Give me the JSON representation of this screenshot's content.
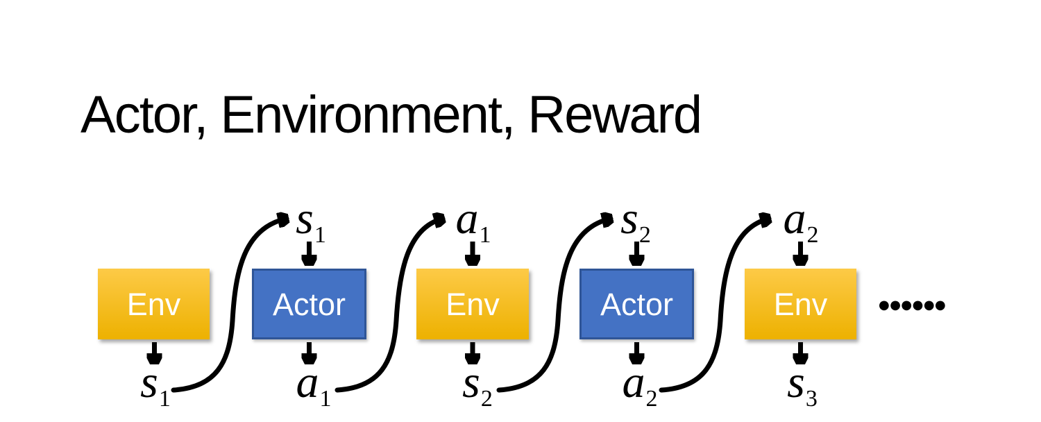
{
  "title": "Actor, Environment, Reward",
  "boxes": [
    {
      "label": "Env"
    },
    {
      "label": "Actor"
    },
    {
      "label": "Env"
    },
    {
      "label": "Actor"
    },
    {
      "label": "Env"
    }
  ],
  "labels": {
    "top": [
      {
        "base": "s",
        "sub": "1"
      },
      {
        "base": "a",
        "sub": "1"
      },
      {
        "base": "s",
        "sub": "2"
      },
      {
        "base": "a",
        "sub": "2"
      }
    ],
    "bottom": [
      {
        "base": "s",
        "sub": "1"
      },
      {
        "base": "a",
        "sub": "1"
      },
      {
        "base": "s",
        "sub": "2"
      },
      {
        "base": "a",
        "sub": "2"
      },
      {
        "base": "s",
        "sub": "3"
      }
    ]
  },
  "continuation_dots": "●●●●●●",
  "colors": {
    "env_top": "#FDCA47",
    "env_bottom": "#EDB100",
    "actor_fill": "#4472C4",
    "actor_border": "#2F5597",
    "arrow": "#000000",
    "box_text": "#FFFFFF"
  }
}
